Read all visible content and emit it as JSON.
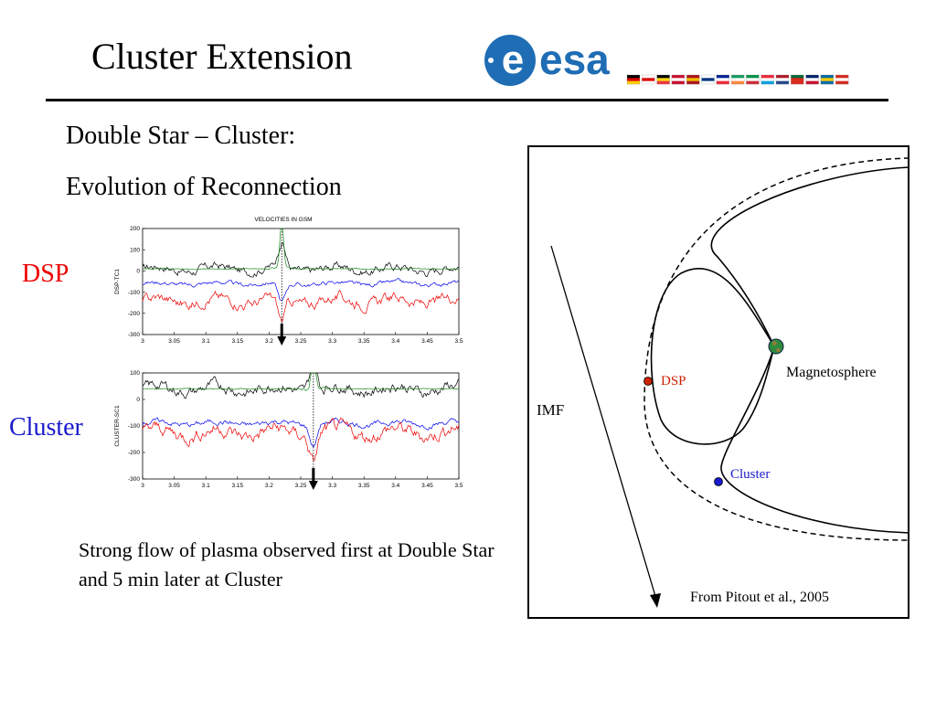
{
  "slide": {
    "title": "Cluster Extension",
    "subtitle_1": "Double Star – Cluster:",
    "subtitle_2": "Evolution of Reconnection",
    "label_dsp": "DSP",
    "label_cluster": "Cluster",
    "caption": "Strong flow of plasma observed first at Double Star and 5 min later at Cluster"
  },
  "logo": {
    "text": "esa",
    "letter": "e",
    "color": "#1f6db4",
    "flags": [
      [
        "#000000",
        "#dd0000",
        "#ffce00"
      ],
      [
        "#ffffff",
        "#dd0000",
        "#ffffff"
      ],
      [
        "#000000",
        "#ffd90c",
        "#ef3340"
      ],
      [
        "#c8102e",
        "#ffffff",
        "#c8102e"
      ],
      [
        "#aa151b",
        "#f1bf00",
        "#aa151b"
      ],
      [
        "#ffffff",
        "#003580",
        "#ffffff"
      ],
      [
        "#002395",
        "#ffffff",
        "#ed2939"
      ],
      [
        "#169b62",
        "#ffffff",
        "#ff883e"
      ],
      [
        "#009246",
        "#ffffff",
        "#ce2b37"
      ],
      [
        "#ed2939",
        "#ffffff",
        "#00a1de"
      ],
      [
        "#ae1c28",
        "#ffffff",
        "#21468b"
      ],
      [
        "#046a38",
        "#da291c",
        "#da291c"
      ],
      [
        "#012169",
        "#ffffff",
        "#c8102e"
      ],
      [
        "#006aa7",
        "#fecc00",
        "#006aa7"
      ],
      [
        "#d52b1e",
        "#ffffff",
        "#d52b1e"
      ]
    ]
  },
  "plots": {
    "title": "VELOCITIES IN GSM",
    "x_ticks": [
      "3",
      "3.05",
      "3.1",
      "3.15",
      "3.2",
      "3.25",
      "3.3",
      "3.35",
      "3.4",
      "3.45",
      "3.5"
    ],
    "top": {
      "ylabel": "DSP-TC1",
      "y_ticks": [
        "200",
        "100",
        "0",
        "-100",
        "-200",
        "-300"
      ],
      "ylim": [
        -300,
        200
      ],
      "event_x": 3.22
    },
    "bottom": {
      "ylabel": "CLUSTER-SC1",
      "y_ticks": [
        "100",
        "0",
        "-100",
        "-200",
        "-300"
      ],
      "ylim": [
        -300,
        100
      ],
      "event_x": 3.27
    },
    "series_colors": {
      "black": "#000000",
      "green": "#1a8a1a",
      "blue": "#0000ee",
      "red": "#ee0000"
    }
  },
  "diagram": {
    "imf_label": "IMF",
    "dsp_label": "DSP",
    "cluster_label": "Cluster",
    "magnetosphere_label": "Magnetosphere",
    "credit": "From Pitout et al., 2005",
    "dsp_color": "#cc2200",
    "cluster_color": "#1a1acc"
  }
}
